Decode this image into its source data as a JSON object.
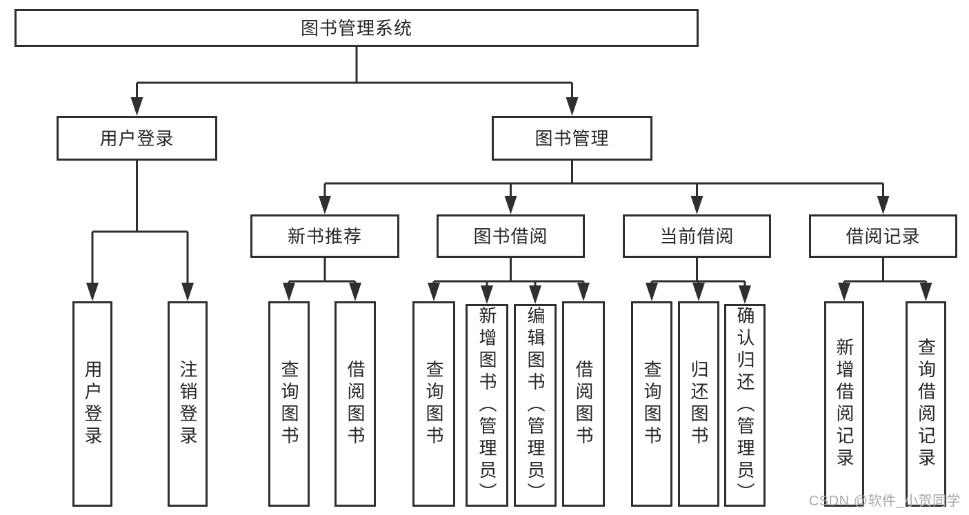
{
  "tree": {
    "root": "图书管理系统",
    "branches": [
      {
        "label": "用户登录",
        "leaves": [
          "用户登录",
          "注销登录"
        ]
      },
      {
        "label": "图书管理",
        "groups": [
          {
            "label": "新书推荐",
            "leaves": [
              "查询图书",
              "借阅图书"
            ]
          },
          {
            "label": "图书借阅",
            "leaves": [
              "查询图书",
              "新增图书（管理员）",
              "编辑图书（管理员）",
              "借阅图书"
            ]
          },
          {
            "label": "当前借阅",
            "leaves": [
              "查询图书",
              "归还图书",
              "确认归还（管理员）"
            ]
          },
          {
            "label": "借阅记录",
            "leaves": [
              "新增借阅记录",
              "查询借阅记录"
            ]
          }
        ]
      }
    ]
  },
  "watermark": "CSDN @软件_小贺同学",
  "colors": {
    "line": "#2f2f2f",
    "text": "#262626",
    "background": "#ffffff",
    "watermark": "#a8a8a8"
  }
}
